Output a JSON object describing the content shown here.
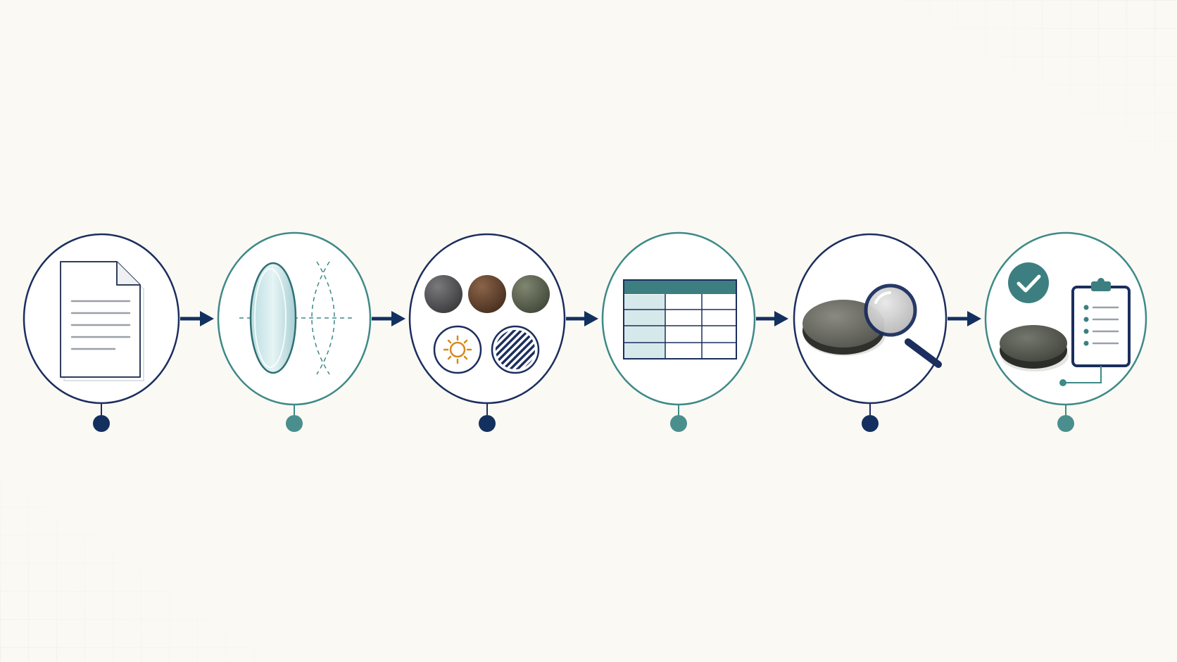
{
  "diagram": {
    "steps": [
      {
        "id": "document",
        "icon": "document-icon",
        "ring_color": "#1b2e5e",
        "dot_color": "#13305e"
      },
      {
        "id": "lens",
        "icon": "lens-icon",
        "ring_color": "#3d8a88",
        "dot_color": "#4a8f8d"
      },
      {
        "id": "tint-samples",
        "icon": "tint-samples-icon",
        "ring_color": "#1b2e5e",
        "dot_color": "#13305e"
      },
      {
        "id": "table",
        "icon": "table-icon",
        "ring_color": "#3d8a88",
        "dot_color": "#4a8f8d"
      },
      {
        "id": "lens-inspection",
        "icon": "magnifier-icon",
        "ring_color": "#1b2e5e",
        "dot_color": "#13305e"
      },
      {
        "id": "approval",
        "icon": "checklist-icon",
        "ring_color": "#3d8a88",
        "dot_color": "#4a8f8d"
      }
    ],
    "arrow_color": "#13305e",
    "accent_teal": "#3d8a88",
    "accent_navy": "#1b2e5e",
    "sun_color": "#d68a1c",
    "swatch_colors": [
      "#4a4a4c",
      "#5a3d2b",
      "#535a48"
    ]
  }
}
